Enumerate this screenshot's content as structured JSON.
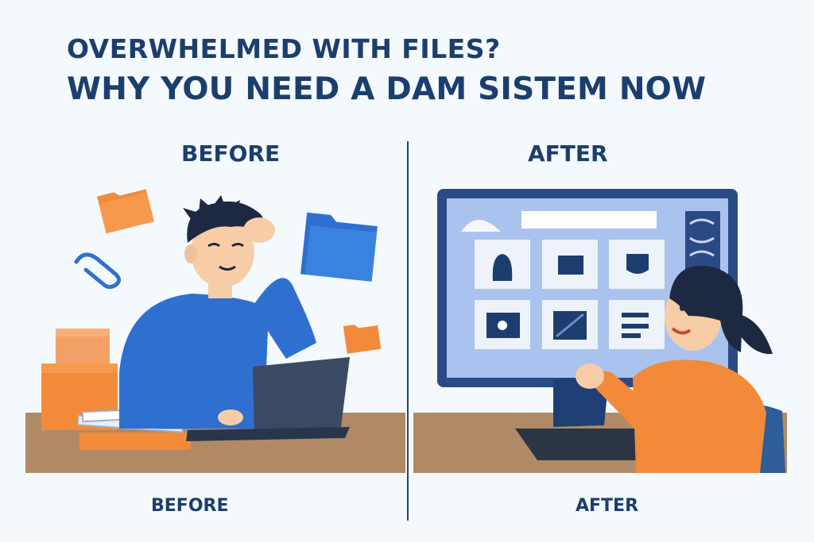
{
  "headline": {
    "line1": "OVERWHELMED WITH FILES?",
    "line2": "WHY YOU NEED A DAM SISTEM NOW"
  },
  "before": {
    "top_label": "BEFORE",
    "bottom_label": "BEFORE"
  },
  "after": {
    "top_label": "AFTER",
    "bottom_label": "AFTER"
  },
  "colors": {
    "navy": "#1c3e6e",
    "blue": "#2f6fd0",
    "orange": "#f28a3a",
    "desk": "#b08a66",
    "screen": "#a9c3ee"
  }
}
